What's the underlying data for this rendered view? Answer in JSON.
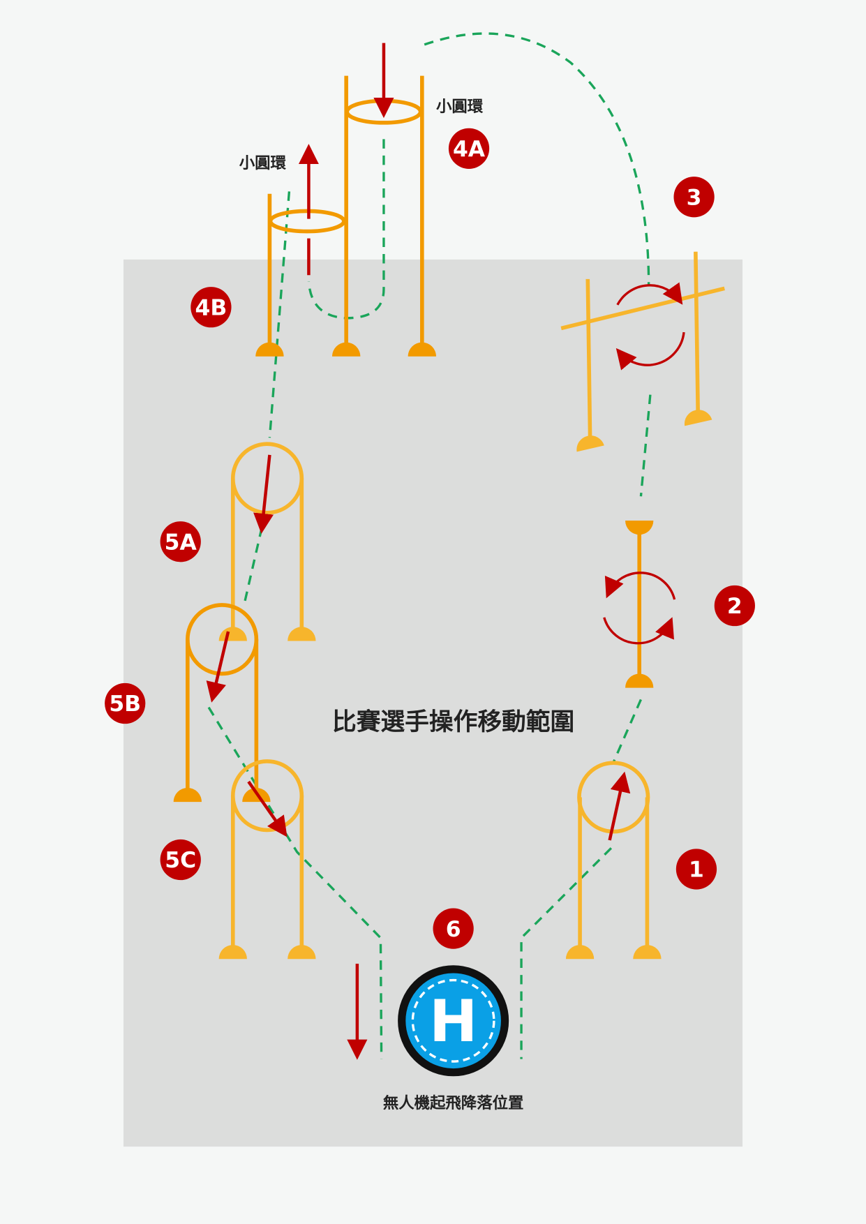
{
  "labels": {
    "small_ring_top": "小圓環",
    "small_ring_left": "小圓環",
    "area": "比賽選手操作移動範圍",
    "landing": "無人機起飛降落位置",
    "helipad": "H"
  },
  "stations": {
    "s1": "1",
    "s2": "2",
    "s3": "3",
    "s4a": "4A",
    "s4b": "4B",
    "s5a": "5A",
    "s5b": "5B",
    "s5c": "5C",
    "s6": "6"
  },
  "colors": {
    "background": "#f5f7f6",
    "area": "#dcdddc",
    "orange_dark": "#f29a00",
    "orange_light": "#f7b52c",
    "red": "#c00000",
    "green": "#1aa55a",
    "blue": "#0aa0e6"
  }
}
